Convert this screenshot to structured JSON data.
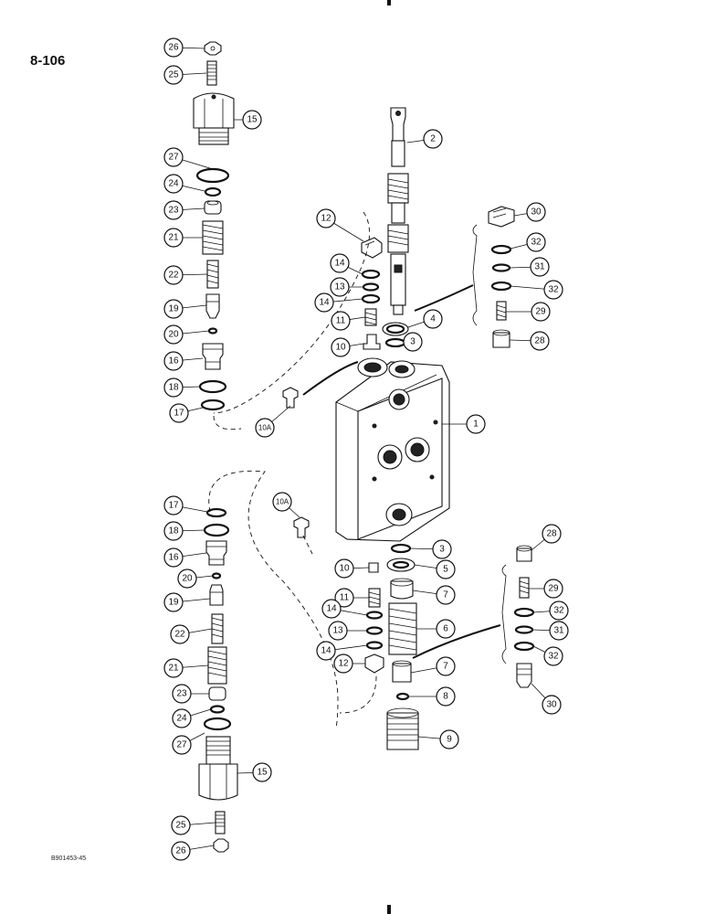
{
  "page_number": "8-106",
  "figure_code": "B901453-45",
  "callouts": [
    {
      "label": "26"
    },
    {
      "label": "25"
    },
    {
      "label": "15"
    },
    {
      "label": "27"
    },
    {
      "label": "24"
    },
    {
      "label": "23"
    },
    {
      "label": "21"
    },
    {
      "label": "22"
    },
    {
      "label": "19"
    },
    {
      "label": "20"
    },
    {
      "label": "16"
    },
    {
      "label": "18"
    },
    {
      "label": "17"
    },
    {
      "label": "2"
    },
    {
      "label": "12"
    },
    {
      "label": "14"
    },
    {
      "label": "13"
    },
    {
      "label": "14"
    },
    {
      "label": "11"
    },
    {
      "label": "10"
    },
    {
      "label": "4"
    },
    {
      "label": "3"
    },
    {
      "label": "10A"
    },
    {
      "label": "1"
    },
    {
      "label": "30"
    },
    {
      "label": "32"
    },
    {
      "label": "31"
    },
    {
      "label": "32"
    },
    {
      "label": "29"
    },
    {
      "label": "28"
    },
    {
      "label": "17"
    },
    {
      "label": "18"
    },
    {
      "label": "16"
    },
    {
      "label": "20"
    },
    {
      "label": "19"
    },
    {
      "label": "22"
    },
    {
      "label": "21"
    },
    {
      "label": "23"
    },
    {
      "label": "24"
    },
    {
      "label": "27"
    },
    {
      "label": "15"
    },
    {
      "label": "25"
    },
    {
      "label": "26"
    },
    {
      "label": "10A"
    },
    {
      "label": "3"
    },
    {
      "label": "5"
    },
    {
      "label": "10"
    },
    {
      "label": "7"
    },
    {
      "label": "11"
    },
    {
      "label": "14"
    },
    {
      "label": "6"
    },
    {
      "label": "13"
    },
    {
      "label": "14"
    },
    {
      "label": "12"
    },
    {
      "label": "7"
    },
    {
      "label": "8"
    },
    {
      "label": "9"
    },
    {
      "label": "28"
    },
    {
      "label": "29"
    },
    {
      "label": "32"
    },
    {
      "label": "31"
    },
    {
      "label": "32"
    },
    {
      "label": "30"
    }
  ]
}
